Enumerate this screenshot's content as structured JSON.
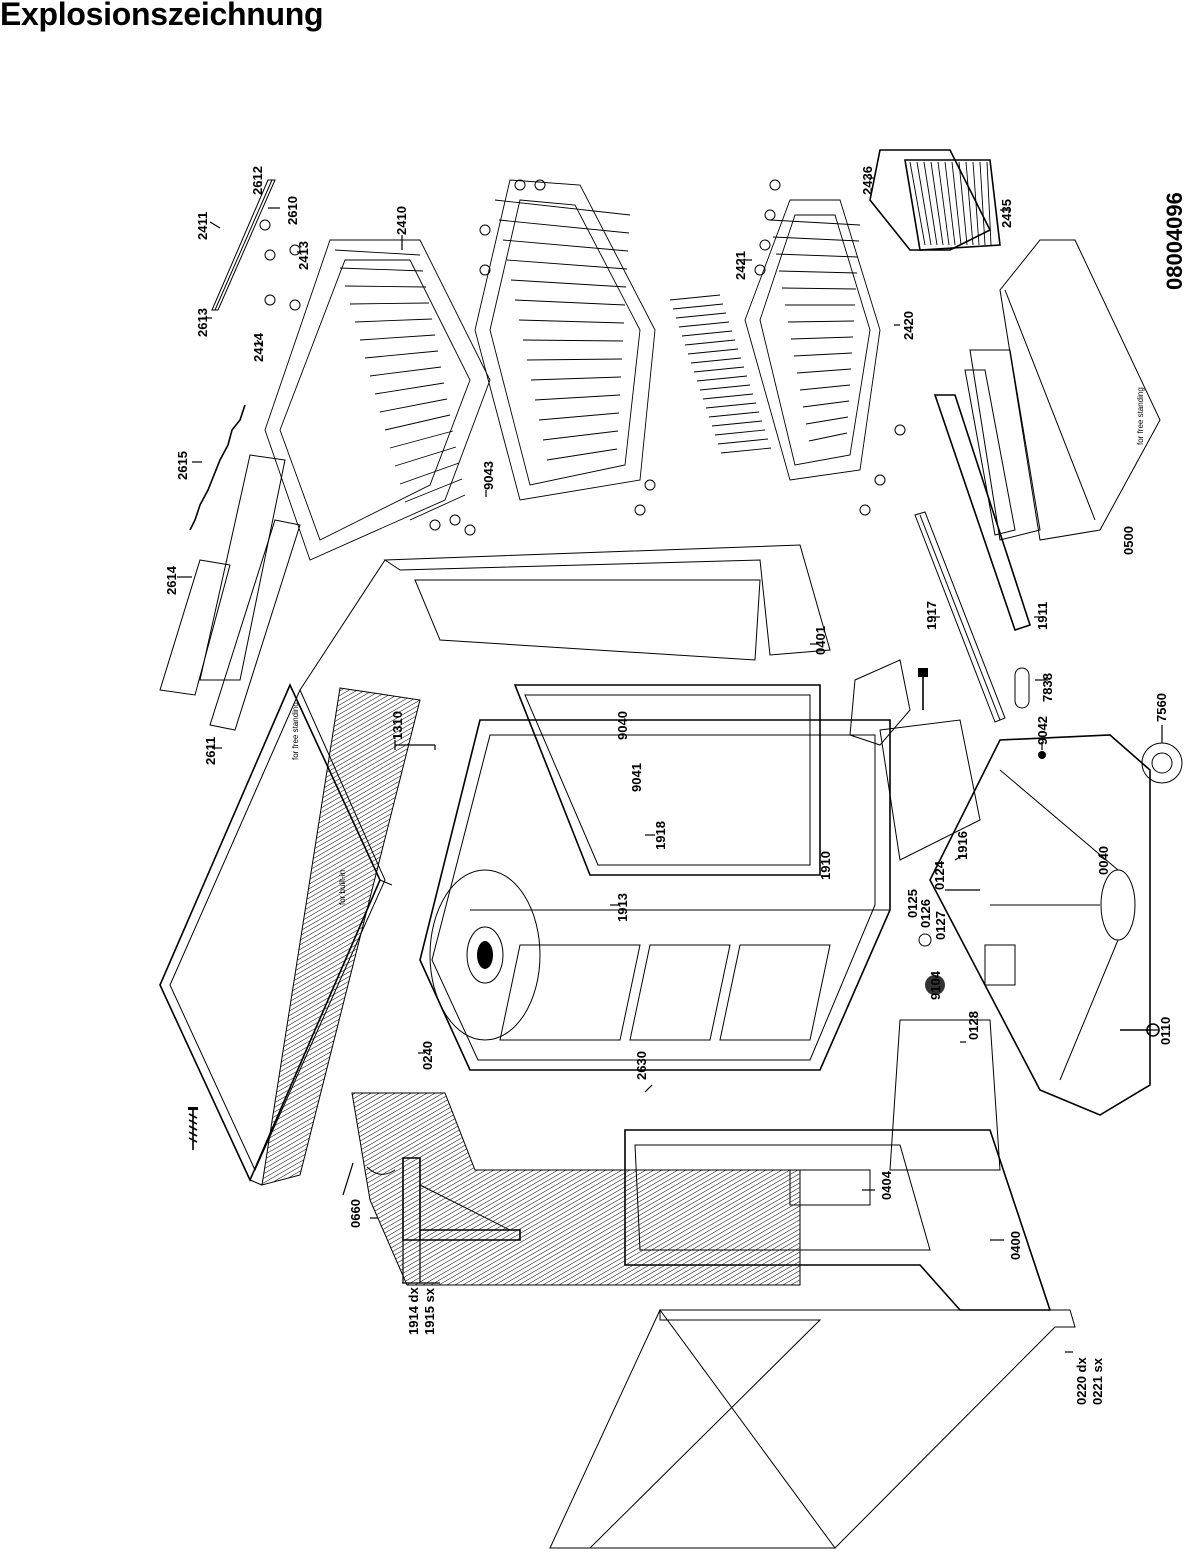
{
  "title": "Explosionszeichnung",
  "document_number": "08004096",
  "notes": {
    "for_free_standing_top": "for free standing",
    "for_free_standing_back": "for free standing",
    "for_built_in": "for built-in"
  },
  "parts": [
    {
      "id": "2612",
      "name": "part-2612"
    },
    {
      "id": "2610",
      "name": "part-2610"
    },
    {
      "id": "2411",
      "name": "part-2411"
    },
    {
      "id": "2413",
      "name": "part-2413"
    },
    {
      "id": "2613",
      "name": "part-2613"
    },
    {
      "id": "2414",
      "name": "part-2414"
    },
    {
      "id": "2410",
      "name": "part-2410"
    },
    {
      "id": "2615",
      "name": "part-2615"
    },
    {
      "id": "2614",
      "name": "part-2614"
    },
    {
      "id": "2611",
      "name": "part-2611"
    },
    {
      "id": "9043",
      "name": "part-9043"
    },
    {
      "id": "2436",
      "name": "part-2436"
    },
    {
      "id": "2435",
      "name": "part-2435"
    },
    {
      "id": "2421",
      "name": "part-2421"
    },
    {
      "id": "2420",
      "name": "part-2420"
    },
    {
      "id": "0500",
      "name": "part-0500"
    },
    {
      "id": "1911",
      "name": "part-1911"
    },
    {
      "id": "1917",
      "name": "part-1917"
    },
    {
      "id": "0401",
      "name": "part-0401"
    },
    {
      "id": "7838",
      "name": "part-7838"
    },
    {
      "id": "9042",
      "name": "part-9042"
    },
    {
      "id": "7560",
      "name": "part-7560"
    },
    {
      "id": "1310",
      "name": "part-1310"
    },
    {
      "id": "9040",
      "name": "part-9040"
    },
    {
      "id": "9041",
      "name": "part-9041"
    },
    {
      "id": "1918",
      "name": "part-1918"
    },
    {
      "id": "1910",
      "name": "part-1910"
    },
    {
      "id": "1916",
      "name": "part-1916"
    },
    {
      "id": "1913",
      "name": "part-1913"
    },
    {
      "id": "0124",
      "name": "part-0124"
    },
    {
      "id": "0040",
      "name": "part-0040"
    },
    {
      "id": "0125",
      "name": "part-0125"
    },
    {
      "id": "0126",
      "name": "part-0126"
    },
    {
      "id": "0127",
      "name": "part-0127"
    },
    {
      "id": "9104",
      "name": "part-9104"
    },
    {
      "id": "0128",
      "name": "part-0128"
    },
    {
      "id": "0110",
      "name": "part-0110"
    },
    {
      "id": "0240",
      "name": "part-0240"
    },
    {
      "id": "2630",
      "name": "part-2630"
    },
    {
      "id": "0660",
      "name": "part-0660"
    },
    {
      "id": "0404",
      "name": "part-0404"
    },
    {
      "id": "0400",
      "name": "part-0400"
    },
    {
      "id": "1914 dx",
      "name": "part-1914-dx"
    },
    {
      "id": "1915 sx",
      "name": "part-1915-sx"
    },
    {
      "id": "0220 dx",
      "name": "part-0220-dx"
    },
    {
      "id": "0221 sx",
      "name": "part-0221-sx"
    }
  ]
}
